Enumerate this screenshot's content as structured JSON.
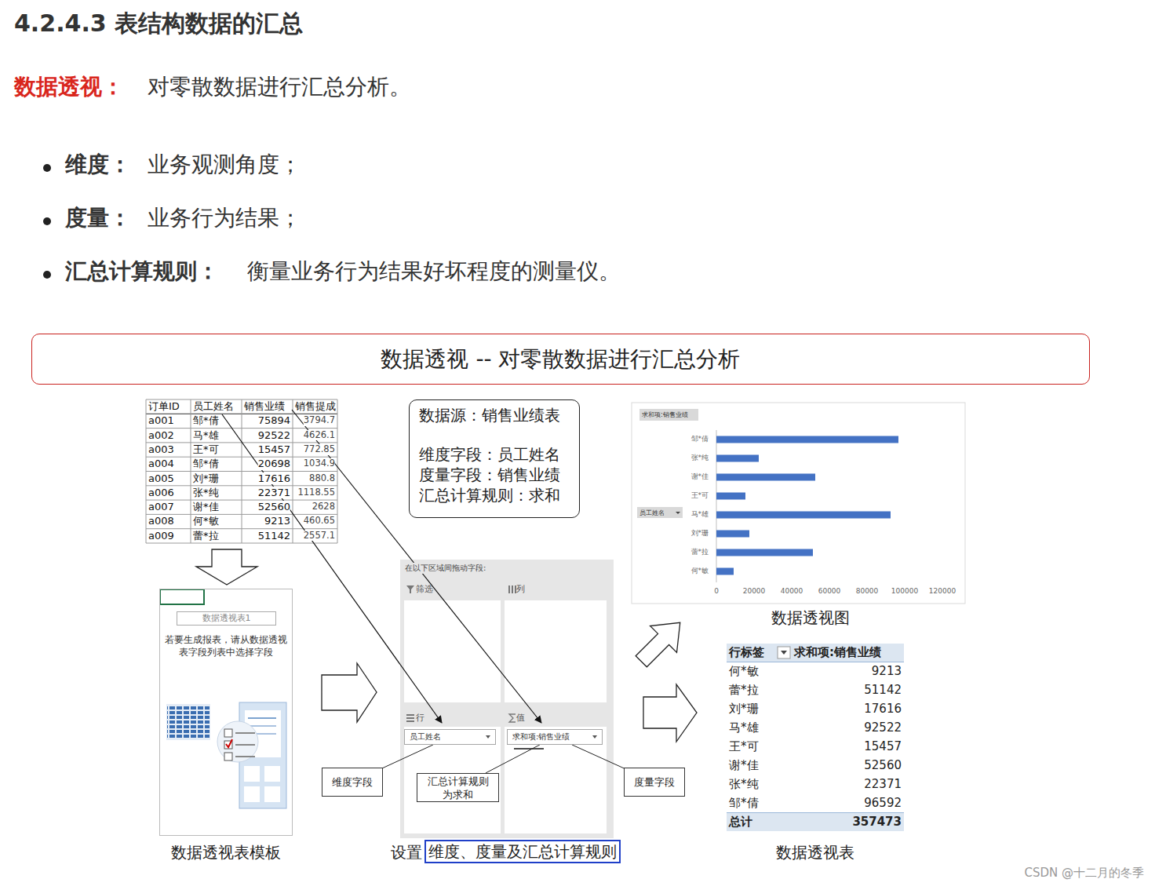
{
  "diagram": {
    "title": "4.2.4.3 表结构数据的汇总",
    "nodes": [
      {
        "text": [
          "数据透视 -- 对零散数据进行汇总分析"
        ]
      },
      {
        "text": [
          "数据源：销售业绩表",
          "维度字段：员工姓名",
          "度量字段：销售业绩",
          "汇总计算规则：求和"
        ]
      },
      {
        "text": [
          "若要生成报表，请从数据透视表字段列表中选择字段"
        ]
      },
      {
        "text": [
          "数据透视表1"
        ],
        "in": 2
      },
      {
        "text": [
          "在以下区域间拖动字段:"
        ]
      },
      {
        "text": [
          "筛选"
        ],
        "in": 4
      },
      {
        "text": [
          "列"
        ],
        "in": 4
      },
      {
        "text": [
          "行"
        ],
        "in": 4
      },
      {
        "text": [
          "值"
        ],
        "in": 4
      },
      {
        "text": [
          "员工姓名"
        ],
        "in": 7
      },
      {
        "text": [
          "求和项:销售业绩"
        ],
        "in": 8
      },
      {
        "text": [
          "维度字段"
        ]
      },
      {
        "text": [
          "汇总计算规则 为求和"
        ]
      },
      {
        "text": [
          "度量字段"
        ]
      },
      {
        "text": [
          "求和项:销售业绩"
        ]
      },
      {
        "text": [
          "员工姓名"
        ]
      }
    ],
    "edges": [
      {
        "from": 11,
        "to": 9,
        "arrow": "none"
      },
      {
        "from": 12,
        "to": 10,
        "arrow": "none"
      },
      {
        "from": 13,
        "to": 10,
        "arrow": "none"
      }
    ],
    "labels": [
      "数据透视：",
      "对零散数据进行汇总分析。",
      "维度：",
      "业务观测角度；",
      "度量：",
      "业务行为结果；",
      "汇总计算规则：",
      "衡量业务行为结果好坏程度的测量仪。",
      "订单ID",
      "员工姓名",
      "销售业绩",
      "销售提成",
      "a001",
      "邹*倩",
      "75894",
      "3794.7",
      "a002",
      "马*雄",
      "92522",
      "4626.1",
      "a003",
      "王*可",
      "15457",
      "772.85",
      "a004",
      "邹*倩",
      "20698",
      "1034.9",
      "a005",
      "刘*珊",
      "17616",
      "880.8",
      "a006",
      "张*纯",
      "22371",
      "1118.55",
      "a007",
      "谢*佳",
      "52560",
      "2628",
      "a008",
      "何*敏",
      "9213",
      "460.65",
      "a009",
      "蕾*拉",
      "51142",
      "2557.1",
      "数据透视表模板",
      "设置",
      "维度、度量及汇总计算规则",
      "邹*倩",
      "张*纯",
      "谢*佳",
      "王*可",
      "马*雄",
      "刘*珊",
      "蕾*拉",
      "何*敏",
      "0",
      "20000",
      "40000",
      "60000",
      "80000",
      "100000",
      "120000",
      "数据透视图",
      "行标签",
      "求和项:销售业绩",
      "何*敏",
      "9213",
      "蕾*拉",
      "51142",
      "刘*珊",
      "17616",
      "马*雄",
      "92522",
      "王*可",
      "15457",
      "谢*佳",
      "52560",
      "张*纯",
      "22371",
      "邹*倩",
      "96592",
      "总计",
      "357473",
      "数据透视表",
      "CSDN @十二月的冬季"
    ]
  }
}
